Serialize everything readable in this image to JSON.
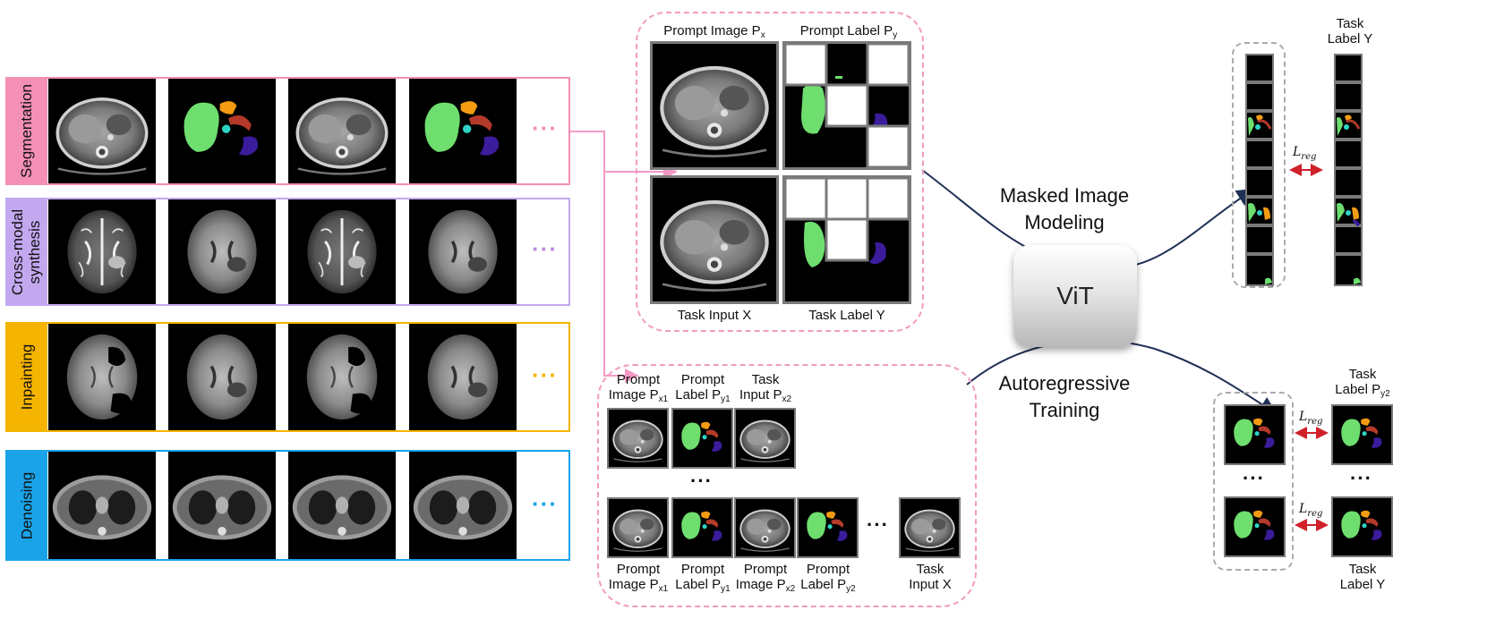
{
  "rows": [
    {
      "label": "Segmentation",
      "color": "#f48fb6"
    },
    {
      "label": "Cross-modal synthesis",
      "label_lines": [
        "Cross-modal",
        "synthesis"
      ],
      "color": "#c3a8f0"
    },
    {
      "label": "Inpainting",
      "color": "#f5b400"
    },
    {
      "label": "Denoising",
      "color": "#1aa3e8"
    }
  ],
  "ellipsis": "···",
  "top_group": {
    "prompt_image": "Prompt Image P",
    "prompt_image_sub": "x",
    "prompt_label": "Prompt Label P",
    "prompt_label_sub": "y",
    "task_input": "Task Input X",
    "task_label": "Task Label Y"
  },
  "bottom_group": {
    "top_captions": [
      {
        "line1": "Prompt",
        "line2": "Image P",
        "sub": "x1"
      },
      {
        "line1": "Prompt",
        "line2": "Label P",
        "sub": "y1"
      },
      {
        "line1": "Task",
        "line2": "Input P",
        "sub": "x2"
      }
    ],
    "bottom_captions": [
      {
        "line1": "Prompt",
        "line2": "Image P",
        "sub": "x1"
      },
      {
        "line1": "Prompt",
        "line2": "Label P",
        "sub": "y1"
      },
      {
        "line1": "Prompt",
        "line2": "Image P",
        "sub": "x2"
      },
      {
        "line1": "Prompt",
        "line2": "Label P",
        "sub": "y2"
      },
      {
        "line1": "Task",
        "line2": "Input X",
        "sub": ""
      }
    ],
    "dots": "···"
  },
  "vit": "ViT",
  "mim_label": [
    "Masked Image",
    "Modeling"
  ],
  "ar_label": [
    "Autoregressive",
    "Training"
  ],
  "right_top": {
    "title_line1": "Task",
    "title_line2": "Label Y",
    "loss": "L",
    "loss_sub": "reg"
  },
  "right_bottom": {
    "title_line1": "Task",
    "title_line2": "Label P",
    "title_sub": "y2",
    "bottom_line1": "Task",
    "bottom_line2": "Label Y",
    "loss": "L",
    "loss_sub": "reg",
    "dots": "···"
  },
  "colors": {
    "pink": "#f39ac2",
    "grey_dash": "#aaaaaa",
    "arrow_navy": "#1f2f55",
    "loss_red": "#d0202a",
    "organ_green": "#6ede6e",
    "organ_orange": "#f39c12",
    "organ_purple": "#3b1c9c",
    "organ_red": "#b33a2a",
    "organ_cyan": "#2ed4c6"
  }
}
